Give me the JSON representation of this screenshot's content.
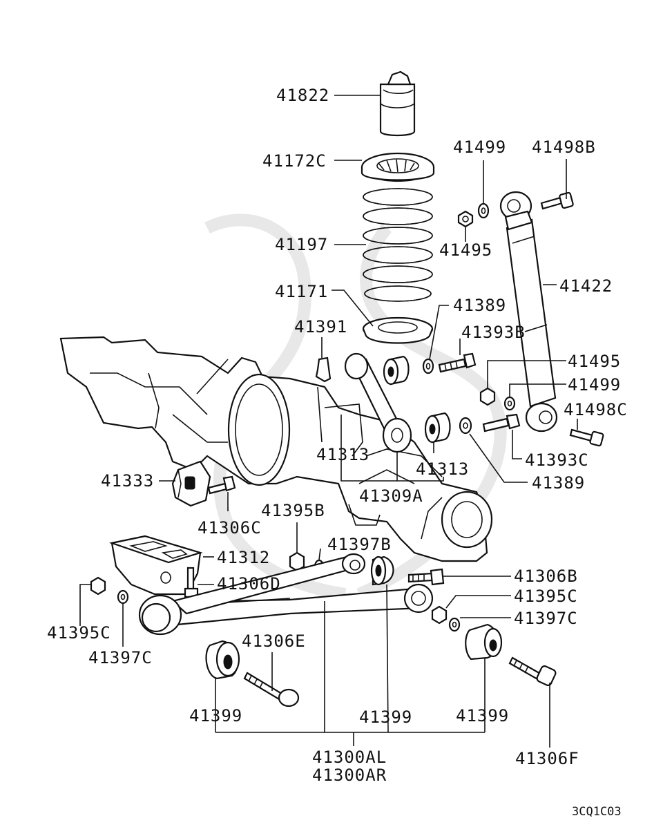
{
  "diagram_code": "3CQ1C03",
  "parts": {
    "bump_stopper": "41822",
    "spring_upper_seat": "41172C",
    "coil_spring": "41197",
    "spring_lower_seat": "41171",
    "washer_top_a": "41499",
    "bolt_top": "41498B",
    "nut_top": "41495",
    "shock_absorber": "41422",
    "washer_mid_a": "41389",
    "clip": "41391",
    "bolt_mid_b": "41393B",
    "nut_mid": "41495",
    "washer_mid_b": "41499",
    "bolt_mid_c": "41498C",
    "bushing_upper_left": "41313",
    "bushing_upper_right": "41313",
    "bolt_mid_c2": "41393C",
    "washer_mid_c": "41389",
    "upper_arm": "41309A",
    "bracket": "41333",
    "bolt_bracket": "41306C",
    "nut_lower_b": "41395B",
    "washer_lower_b": "41397B",
    "mount_bracket": "41312",
    "bolt_lower_b": "41306B",
    "bolt_lower_d": "41306D",
    "nut_lower_c_right": "41395C",
    "nut_lower_c_left": "41395C",
    "washer_lower_c_right": "41397C",
    "washer_lower_c_left": "41397C",
    "bolt_lower_e": "41306E",
    "bushing_lower_left": "41399",
    "bushing_lower_mid": "41399",
    "bushing_lower_right": "41399",
    "lower_arm_left": "41300AL",
    "lower_arm_right": "41300AR",
    "bolt_lower_f": "41306F"
  }
}
